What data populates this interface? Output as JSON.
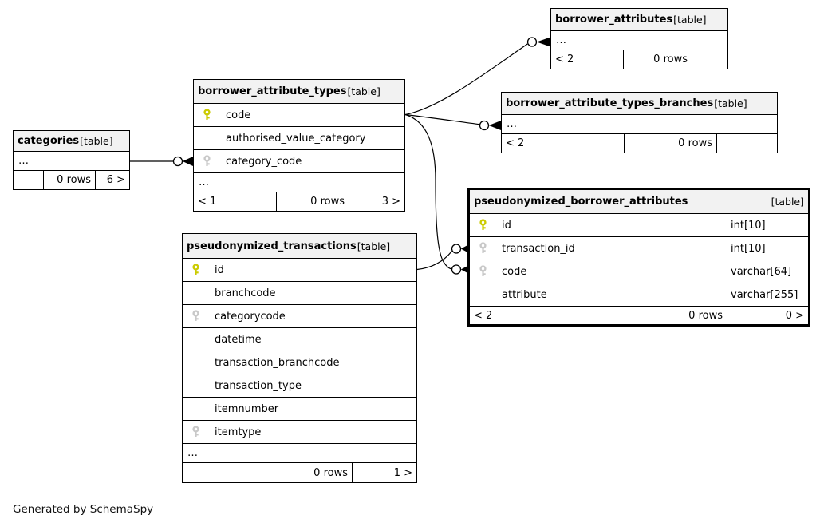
{
  "diagram": {
    "footer_note": "Generated by SchemaSpy"
  },
  "colors": {
    "primary_key": "#cbcb00",
    "secondary_key": "#c8c8c8",
    "header_bg": "#f2f2f2",
    "border": "#000000"
  },
  "tables": [
    {
      "id": "categories",
      "name": "categories",
      "tag": "[table]",
      "columns": [],
      "ellipsis": "…",
      "footer": {
        "left": "",
        "center": "0 rows",
        "right": "6 >"
      }
    },
    {
      "id": "borrower_attribute_types",
      "name": "borrower_attribute_types",
      "tag": "[table]",
      "columns": [
        {
          "key": "primary",
          "name": "code"
        },
        {
          "key": null,
          "name": "authorised_value_category"
        },
        {
          "key": "foreign",
          "name": "category_code"
        }
      ],
      "ellipsis": "…",
      "footer": {
        "left": "< 1",
        "center": "0 rows",
        "right": "3 >"
      }
    },
    {
      "id": "borrower_attributes",
      "name": "borrower_attributes",
      "tag": "[table]",
      "columns": [],
      "ellipsis": "…",
      "footer": {
        "left": "< 2",
        "center": "0 rows",
        "right": ""
      }
    },
    {
      "id": "borrower_attribute_types_branches",
      "name": "borrower_attribute_types_branches",
      "tag": "[table]",
      "columns": [],
      "ellipsis": "…",
      "footer": {
        "left": "< 2",
        "center": "0 rows",
        "right": ""
      }
    },
    {
      "id": "pseudonymized_borrower_attributes",
      "name": "pseudonymized_borrower_attributes",
      "tag": "[table]",
      "tag_align": "right",
      "emphasized": true,
      "columns": [
        {
          "key": "primary",
          "name": "id",
          "type": "int[10]"
        },
        {
          "key": "foreign",
          "name": "transaction_id",
          "type": "int[10]"
        },
        {
          "key": "foreign",
          "name": "code",
          "type": "varchar[64]"
        },
        {
          "key": null,
          "name": "attribute",
          "type": "varchar[255]"
        }
      ],
      "ellipsis": null,
      "footer": {
        "left": "< 2",
        "center": "0 rows",
        "right": "0 >"
      }
    },
    {
      "id": "pseudonymized_transactions",
      "name": "pseudonymized_transactions",
      "tag": "[table]",
      "columns": [
        {
          "key": "primary",
          "name": "id"
        },
        {
          "key": null,
          "name": "branchcode"
        },
        {
          "key": "foreign",
          "name": "categorycode"
        },
        {
          "key": null,
          "name": "datetime"
        },
        {
          "key": null,
          "name": "transaction_branchcode"
        },
        {
          "key": null,
          "name": "transaction_type"
        },
        {
          "key": null,
          "name": "itemnumber"
        },
        {
          "key": "foreign",
          "name": "itemtype"
        }
      ],
      "ellipsis": "…",
      "footer": {
        "left": "",
        "center": "0 rows",
        "right": "1 >"
      }
    }
  ],
  "relationships": [
    {
      "source": "categories",
      "target": "borrower_attribute_types.category_code"
    },
    {
      "source": "borrower_attribute_types.code",
      "target": "borrower_attributes"
    },
    {
      "source": "borrower_attribute_types.code",
      "target": "borrower_attribute_types_branches"
    },
    {
      "source": "borrower_attribute_types.code",
      "target": "pseudonymized_borrower_attributes.code"
    },
    {
      "source": "pseudonymized_transactions.id",
      "target": "pseudonymized_borrower_attributes.transaction_id"
    }
  ]
}
